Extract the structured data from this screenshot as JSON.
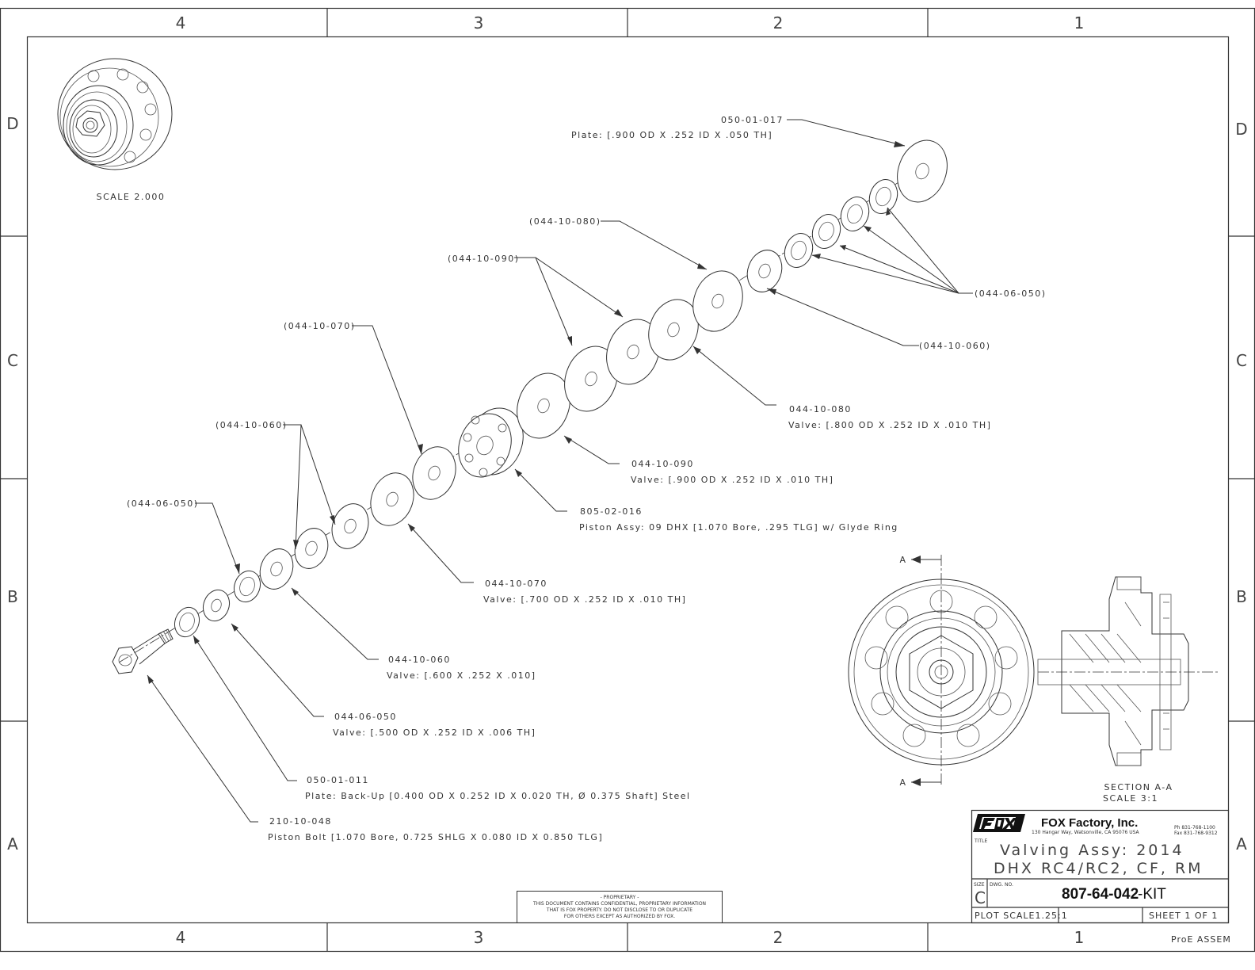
{
  "zones": {
    "columns_top": [
      "4",
      "3",
      "2",
      "1"
    ],
    "columns_bottom": [
      "4",
      "3",
      "2",
      "1"
    ],
    "rows_left": [
      "D",
      "C",
      "B",
      "A"
    ],
    "rows_right": [
      "D",
      "C",
      "B",
      "A"
    ]
  },
  "views": {
    "detail_scale": "SCALE 2.000",
    "section_marker": "A",
    "section_label": "SECTION A-A",
    "section_scale": "SCALE 3:1"
  },
  "callouts": [
    {
      "id": "050-01-017",
      "part": "050-01-017",
      "desc": "Plate: [.900 OD X .252 ID X .050 TH]"
    },
    {
      "id": "044-10-080a",
      "part": "(044-10-080)",
      "desc": ""
    },
    {
      "id": "044-10-090a",
      "part": "(044-10-090)",
      "desc": ""
    },
    {
      "id": "044-06-050a",
      "part": "(044-06-050)",
      "desc": ""
    },
    {
      "id": "044-10-060a",
      "part": "(044-10-060)",
      "desc": ""
    },
    {
      "id": "044-10-070a",
      "part": "(044-10-070)",
      "desc": ""
    },
    {
      "id": "044-10-080",
      "part": "044-10-080",
      "desc": "Valve: [.800 OD X .252 ID X .010 TH]"
    },
    {
      "id": "044-10-090",
      "part": "044-10-090",
      "desc": "Valve: [.900 OD X .252 ID X .010 TH]"
    },
    {
      "id": "805-02-016",
      "part": "805-02-016",
      "desc": "Piston Assy: 09 DHX [1.070 Bore, .295 TLG] w/ Glyde Ring"
    },
    {
      "id": "044-10-060b",
      "part": "(044-10-060)",
      "desc": ""
    },
    {
      "id": "044-06-050b",
      "part": "(044-06-050)",
      "desc": ""
    },
    {
      "id": "044-10-070",
      "part": "044-10-070",
      "desc": "Valve: [.700 OD X .252 ID X .010 TH]"
    },
    {
      "id": "044-10-060",
      "part": "044-10-060",
      "desc": "Valve: [.600 X .252 X .010]"
    },
    {
      "id": "044-06-050",
      "part": "044-06-050",
      "desc": "Valve: [.500 OD X .252 ID X .006 TH]"
    },
    {
      "id": "050-01-011",
      "part": "050-01-011",
      "desc": "Plate: Back-Up [0.400 OD X 0.252 ID X 0.020 TH, Ø 0.375 Shaft] Steel"
    },
    {
      "id": "210-10-048",
      "part": "210-10-048",
      "desc": "Piston Bolt [1.070 Bore, 0.725 SHLG X 0.080 ID X 0.850 TLG]"
    }
  ],
  "title_block": {
    "company": "FOX Factory, Inc.",
    "address": "130 Hangar Way, Watsonville, CA 95076 USA",
    "phone": "Ph 831-768-1100",
    "fax": "Fax 831-768-9312",
    "title_label": "TITLE",
    "title_line1": "Valving Assy: 2014",
    "title_line2": "DHX RC4/RC2, CF, RM",
    "size_label": "SIZE",
    "size_value": "C",
    "dwg_label": "DWG. NO.",
    "dwg_number": "807-64-042",
    "dwg_suffix": "-KIT",
    "plot_scale": "PLOT SCALE1.25:1",
    "sheet": "SHEET 1 OF 1",
    "software": "ProE ASSEM"
  },
  "proprietary": [
    "- PROPRIETARY -",
    "THIS DOCUMENT CONTAINS CONFIDENTIAL, PROPRIETARY INFORMATION",
    "THAT IS FOX PROPERTY. DO NOT DISCLOSE TO OR DUPLICATE",
    "FOR OTHERS EXCEPT AS AUTHORIZED BY FOX."
  ]
}
